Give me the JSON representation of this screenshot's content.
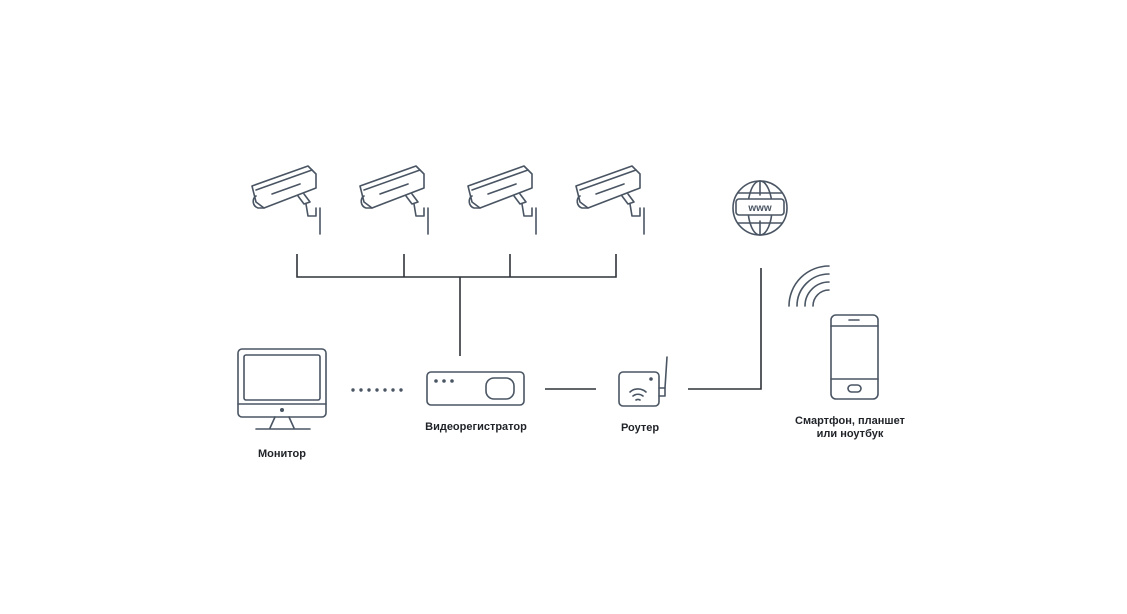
{
  "diagram": {
    "title": "",
    "nodes": {
      "cameras": [
        {
          "icon": "security-camera-icon",
          "label": ""
        },
        {
          "icon": "security-camera-icon",
          "label": ""
        },
        {
          "icon": "security-camera-icon",
          "label": ""
        },
        {
          "icon": "security-camera-icon",
          "label": ""
        }
      ],
      "internet": {
        "icon": "globe-icon",
        "text": "www"
      },
      "monitor": {
        "icon": "monitor-icon",
        "label": "Монитор"
      },
      "dvr": {
        "icon": "dvr-icon",
        "label": "Видеорегистратор"
      },
      "router": {
        "icon": "router-icon",
        "label": "Роутер"
      },
      "mobile": {
        "icon": "smartphone-icon",
        "label_line1": "Смартфон, планшет",
        "label_line2": "или ноутбук"
      }
    },
    "connections": [
      {
        "from": "cameras",
        "to": "dvr",
        "type": "wired"
      },
      {
        "from": "dvr",
        "to": "monitor",
        "type": "dotted"
      },
      {
        "from": "dvr",
        "to": "router",
        "type": "wired"
      },
      {
        "from": "router",
        "to": "internet",
        "type": "wired"
      },
      {
        "from": "internet",
        "to": "mobile",
        "type": "wireless"
      }
    ]
  }
}
